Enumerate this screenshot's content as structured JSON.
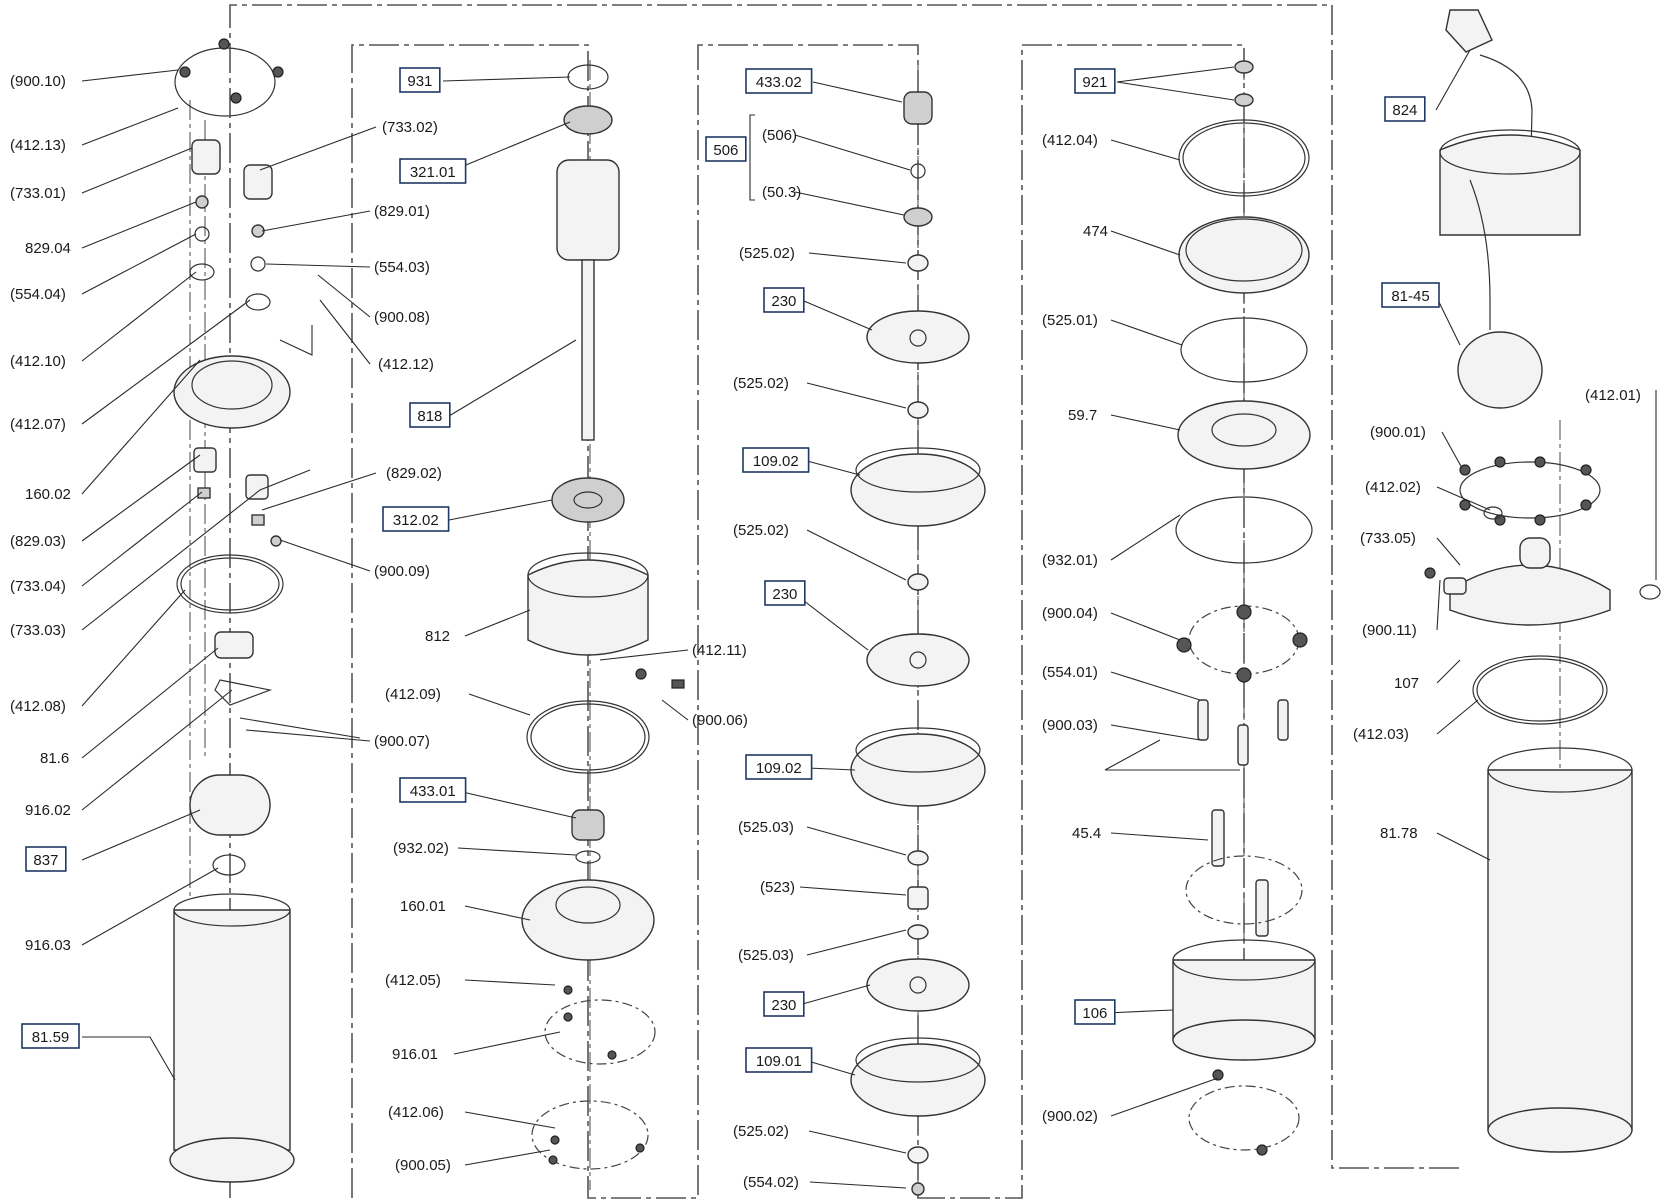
{
  "labels": [
    {
      "text": "(900.10)",
      "boxed": false
    },
    {
      "text": "(412.13)",
      "boxed": false
    },
    {
      "text": "(733.01)",
      "boxed": false
    },
    {
      "text": "829.04",
      "boxed": false
    },
    {
      "text": "(554.04)",
      "boxed": false
    },
    {
      "text": "(412.10)",
      "boxed": false
    },
    {
      "text": "(412.07)",
      "boxed": false
    },
    {
      "text": "160.02",
      "boxed": false
    },
    {
      "text": "(829.03)",
      "boxed": false
    },
    {
      "text": "(733.04)",
      "boxed": false
    },
    {
      "text": "(733.03)",
      "boxed": false
    },
    {
      "text": "(412.08)",
      "boxed": false
    },
    {
      "text": "81.6",
      "boxed": false
    },
    {
      "text": "916.02",
      "boxed": false
    },
    {
      "text": "837",
      "boxed": true
    },
    {
      "text": "916.03",
      "boxed": false
    },
    {
      "text": "81.59",
      "boxed": true
    },
    {
      "text": "(733.02)",
      "boxed": false
    },
    {
      "text": "(829.01)",
      "boxed": false
    },
    {
      "text": "(554.03)",
      "boxed": false
    },
    {
      "text": "(900.08)",
      "boxed": false
    },
    {
      "text": "(412.12)",
      "boxed": false
    },
    {
      "text": "(829.02)",
      "boxed": false
    },
    {
      "text": "(900.09)",
      "boxed": false
    },
    {
      "text": "(900.07)",
      "boxed": false
    },
    {
      "text": "931",
      "boxed": true
    },
    {
      "text": "321.01",
      "boxed": true
    },
    {
      "text": "818",
      "boxed": true
    },
    {
      "text": "312.02",
      "boxed": true
    },
    {
      "text": "812",
      "boxed": false
    },
    {
      "text": "(412.09)",
      "boxed": false
    },
    {
      "text": "433.01",
      "boxed": true
    },
    {
      "text": "(932.02)",
      "boxed": false
    },
    {
      "text": "160.01",
      "boxed": false
    },
    {
      "text": "(412.05)",
      "boxed": false
    },
    {
      "text": "916.01",
      "boxed": false
    },
    {
      "text": "(412.06)",
      "boxed": false
    },
    {
      "text": "(900.05)",
      "boxed": false
    },
    {
      "text": "(412.11)",
      "boxed": false
    },
    {
      "text": "(900.06)",
      "boxed": false
    },
    {
      "text": "433.02",
      "boxed": true
    },
    {
      "text": "506",
      "boxed": true
    },
    {
      "text": "(506)",
      "boxed": false
    },
    {
      "text": "(50.3)",
      "boxed": false
    },
    {
      "text": "(525.02)",
      "boxed": false
    },
    {
      "text": "230",
      "boxed": true
    },
    {
      "text": "(525.02)",
      "boxed": false
    },
    {
      "text": "109.02",
      "boxed": true
    },
    {
      "text": "(525.02)",
      "boxed": false
    },
    {
      "text": "230",
      "boxed": true
    },
    {
      "text": "109.02",
      "boxed": true
    },
    {
      "text": "(525.03)",
      "boxed": false
    },
    {
      "text": "(523)",
      "boxed": false
    },
    {
      "text": "(525.03)",
      "boxed": false
    },
    {
      "text": "230",
      "boxed": true
    },
    {
      "text": "109.01",
      "boxed": true
    },
    {
      "text": "(525.02)",
      "boxed": false
    },
    {
      "text": "(554.02)",
      "boxed": false
    },
    {
      "text": "921",
      "boxed": true
    },
    {
      "text": "(412.04)",
      "boxed": false
    },
    {
      "text": "474",
      "boxed": false
    },
    {
      "text": "(525.01)",
      "boxed": false
    },
    {
      "text": "59.7",
      "boxed": false
    },
    {
      "text": "(932.01)",
      "boxed": false
    },
    {
      "text": "(900.04)",
      "boxed": false
    },
    {
      "text": "(554.01)",
      "boxed": false
    },
    {
      "text": "(900.03)",
      "boxed": false
    },
    {
      "text": "45.4",
      "boxed": false
    },
    {
      "text": "106",
      "boxed": true
    },
    {
      "text": "(900.02)",
      "boxed": false
    },
    {
      "text": "824",
      "boxed": true
    },
    {
      "text": "81-45",
      "boxed": true
    },
    {
      "text": "(412.01)",
      "boxed": false
    },
    {
      "text": "(900.01)",
      "boxed": false
    },
    {
      "text": "(412.02)",
      "boxed": false
    },
    {
      "text": "(733.05)",
      "boxed": false
    },
    {
      "text": "(900.11)",
      "boxed": false
    },
    {
      "text": "107",
      "boxed": false
    },
    {
      "text": "(412.03)",
      "boxed": false
    },
    {
      "text": "81.78",
      "boxed": false
    }
  ],
  "colors": {
    "box_border": "#1f3864",
    "text": "#1a1a1a",
    "line": "#2a2a2a"
  }
}
